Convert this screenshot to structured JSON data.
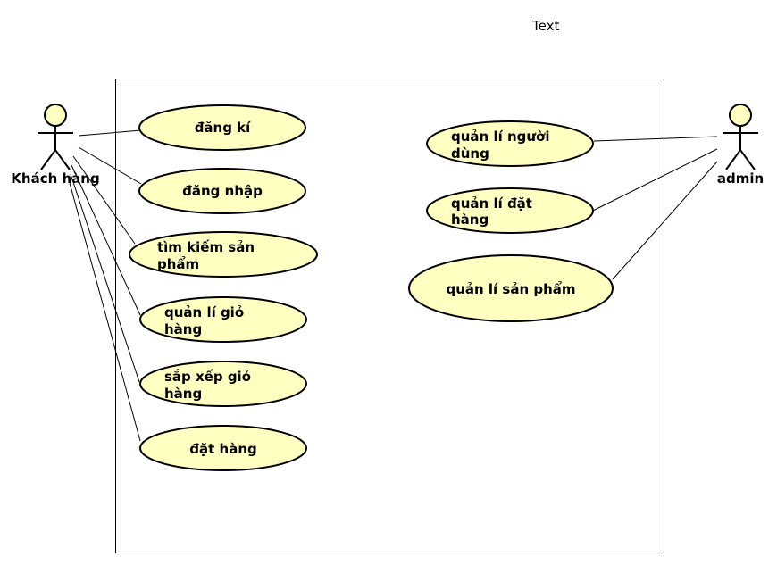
{
  "header_text": "Text",
  "actors": {
    "customer": "Khách hàng",
    "admin": "admin"
  },
  "use_cases": {
    "register": [
      "đăng kí"
    ],
    "login": [
      "đăng nhập"
    ],
    "search_product": [
      "tìm kiếm sản",
      "phẩm"
    ],
    "manage_cart": [
      "quản lí giỏ",
      "hàng"
    ],
    "sort_cart": [
      "sắp xếp giỏ",
      "hàng"
    ],
    "place_order": [
      "đặt hàng"
    ],
    "manage_users": [
      "quản lí người",
      "dùng"
    ],
    "manage_orders": [
      "quản lí đặt",
      "hàng"
    ],
    "manage_products": [
      "quản lí sản phẩm"
    ]
  },
  "colors": {
    "use_case_fill": "#FFFFC2",
    "stroke": "#000000",
    "actor_head_fill": "#FFFFC2"
  }
}
